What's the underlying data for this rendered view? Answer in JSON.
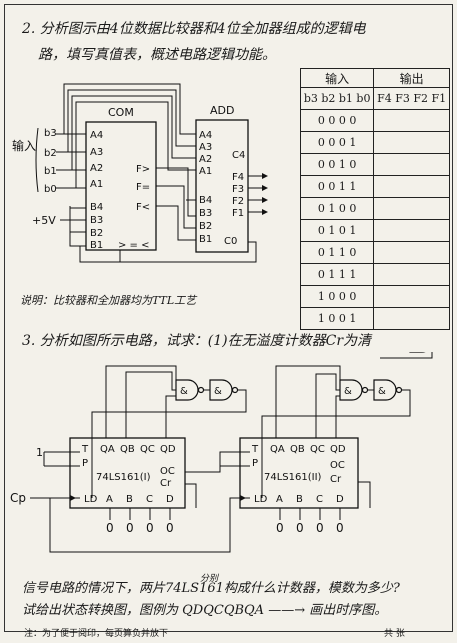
{
  "q2": {
    "line1": "2. 分析图示由4位数据比较器和4位全加器组成的逻辑电",
    "line2": "路，填写真值表，概述电路逻辑功能。",
    "input_label": "输入",
    "com_label": "COM",
    "add_label": "ADD",
    "vcc_label": "+5V",
    "com_pins_left": [
      "A4",
      "A3",
      "A2",
      "A1",
      "B4",
      "B3",
      "B2",
      "B1"
    ],
    "com_pins_right": [
      "F>",
      "F=",
      "F<"
    ],
    "com_bottom": "> = <",
    "add_pins_left": [
      "A4",
      "A3",
      "A2",
      "A1",
      "B4",
      "B3",
      "B2",
      "B1"
    ],
    "add_pins_right": [
      "C4",
      "F4",
      "F3",
      "F2",
      "F1",
      "C0"
    ],
    "input_bits": [
      "b3",
      "b2",
      "b1",
      "b0"
    ],
    "table": {
      "header_in": "输入",
      "header_out": "输出",
      "col_in": "b3 b2 b1 b0",
      "col_out": "F4 F3 F2 F1",
      "rows": [
        "0 0 0 0",
        "0 0 0 1",
        "0 0 1 0",
        "0 0 1 1",
        "0 1 0 0",
        "0 1 0 1",
        "0 1 1 0",
        "0 1 1 1",
        "1 0 0 0",
        "1 0 0 1"
      ]
    },
    "note": "说明：比较器和全加器均为TTL工艺"
  },
  "q3": {
    "line1": "3. 分析如图所示电路，试求：(1)在无溢度计数器Cr为清",
    "chip1": "74LS161(I)",
    "chip2": "74LS161(II)",
    "pins_top": [
      "T",
      "P",
      "QA",
      "QB",
      "QC",
      "QD"
    ],
    "pins_bottom": [
      "LD",
      "A",
      "B",
      "C",
      "D"
    ],
    "pin_oc": "OC",
    "pin_cr": "Cr",
    "input_1": "1",
    "cp_label": "Cp",
    "zeros": [
      "0",
      "0",
      "0",
      "0"
    ],
    "gate_label": "&",
    "line2": "信号电路的情况下，两片74LS161构成什么计数器，模数为多少?",
    "line3": "试给出状态转换图，图例为 QDQCQBQA ——→ 画出时序图。",
    "annot_fenbie": "分别"
  },
  "footer": {
    "left": "注：为了便于阅印，每页算负并放下",
    "right": "共  张"
  }
}
